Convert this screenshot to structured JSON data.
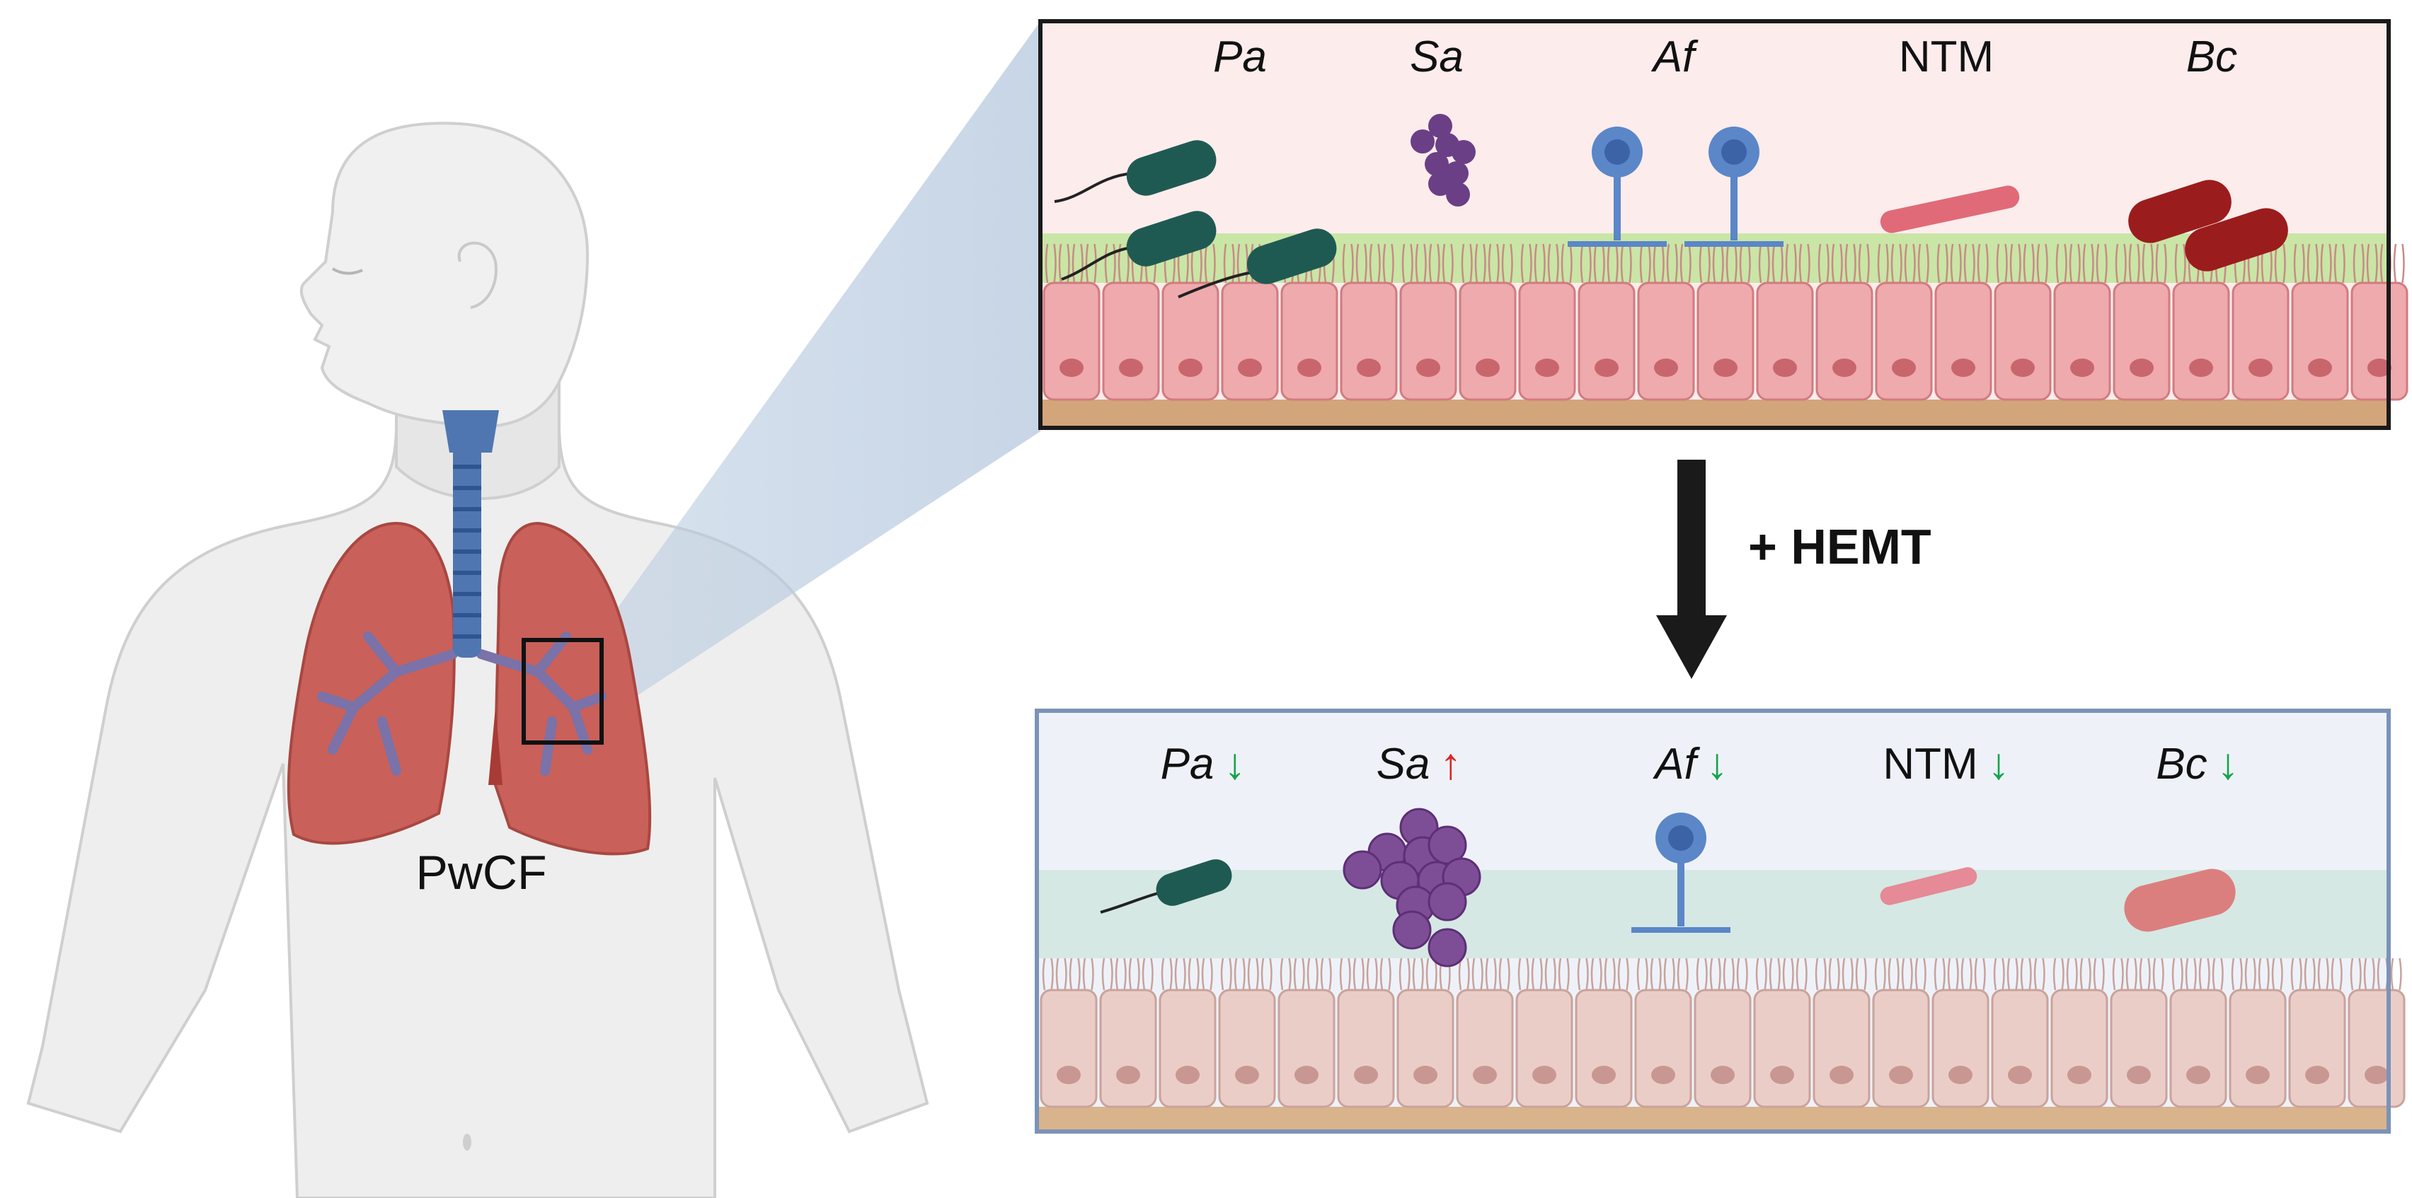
{
  "subject_label": "PwCF",
  "treatment_label": "+ HEMT",
  "before_panel": {
    "organisms": [
      {
        "id": "pa",
        "label": "Pa",
        "italic": true
      },
      {
        "id": "sa",
        "label": "Sa",
        "italic": true
      },
      {
        "id": "af",
        "label": "Af",
        "italic": true
      },
      {
        "id": "ntm",
        "label": "NTM",
        "italic": false
      },
      {
        "id": "bc",
        "label": "Bc",
        "italic": true
      }
    ]
  },
  "after_panel": {
    "organisms": [
      {
        "id": "pa",
        "label": "Pa",
        "italic": true,
        "trend": "↓",
        "trend_dir": "down"
      },
      {
        "id": "sa",
        "label": "Sa",
        "italic": true,
        "trend": "↑",
        "trend_dir": "up"
      },
      {
        "id": "af",
        "label": "Af",
        "italic": true,
        "trend": "↓",
        "trend_dir": "down"
      },
      {
        "id": "ntm",
        "label": "NTM",
        "italic": false,
        "trend": "↓",
        "trend_dir": "down"
      },
      {
        "id": "bc",
        "label": "Bc",
        "italic": true,
        "trend": "↓",
        "trend_dir": "down"
      }
    ]
  },
  "colors": {
    "trend_down": "#16a34a",
    "trend_up": "#dc2626",
    "lung": "#c9605a",
    "trachea": "#4f76b0",
    "pa_bacteria": "#1f5a52",
    "sa_cluster": "#6b3f86",
    "af_fungus": "#5b86c8",
    "ntm_rod": "#e06a78",
    "bc_rod": "#9b1c1c",
    "mucus_before": "#c9e6a6",
    "mucus_after": "#d6e8e4",
    "cells_before": "#eeaaad",
    "cells_after": "#ebcdc7"
  }
}
